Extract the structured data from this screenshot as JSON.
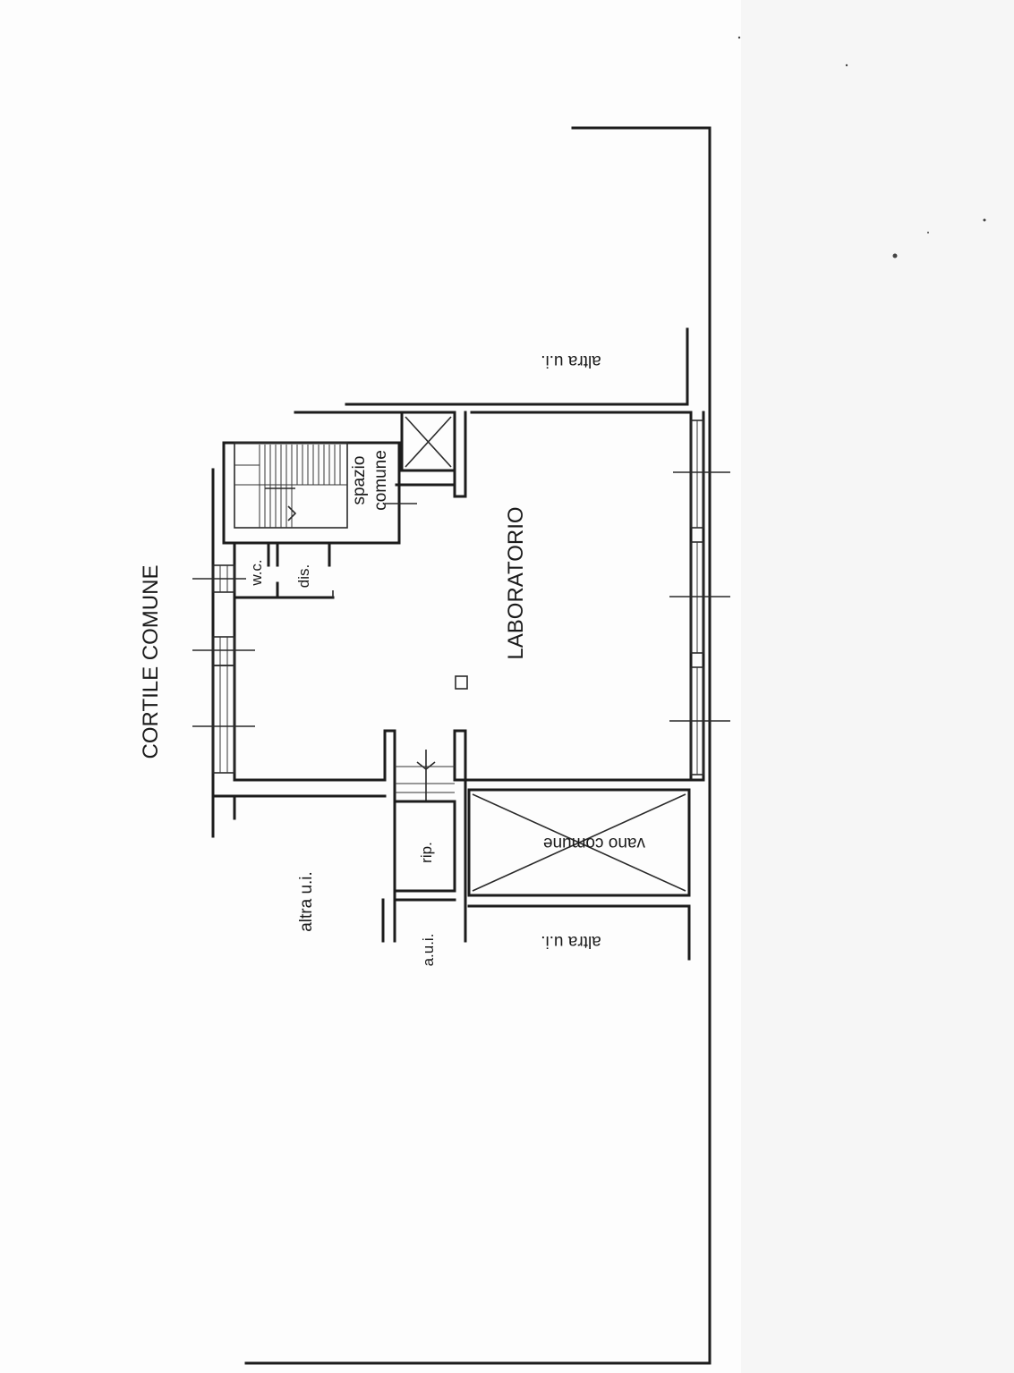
{
  "plan": {
    "labels": {
      "courtyard": "CORTILE COMUNE",
      "workshop": "LABORATORIO",
      "common_space_1": "spazio",
      "common_space_2": "comune",
      "wc": "w.c.",
      "dis": "dis.",
      "storage": "rip.",
      "common_room": "vano comune",
      "other_unit_top": "altra u.i.",
      "other_unit_left": "altra u.i.",
      "other_unit_bottom": "altra u.i.",
      "other_unit_small": "a.u.i."
    },
    "colors": {
      "ink": "#1c1c1c",
      "paper": "#fdfdfd"
    }
  }
}
